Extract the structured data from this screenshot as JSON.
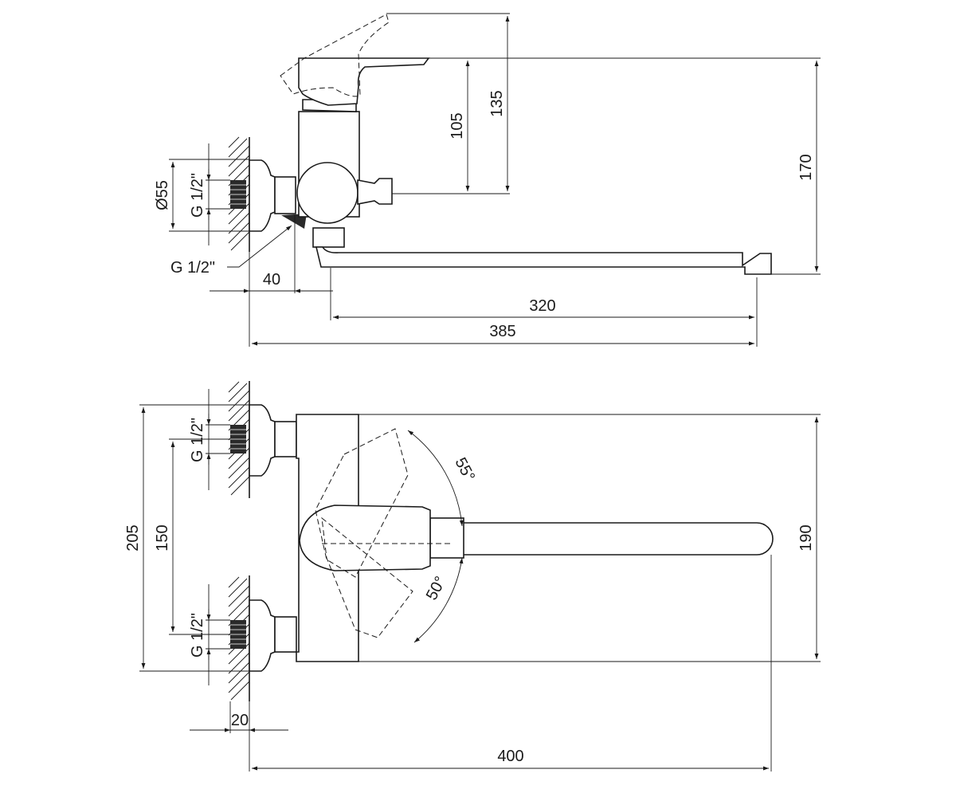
{
  "side_view": {
    "handle_height": "135",
    "handle_base_height": "105",
    "total_height": "170",
    "flange_diameter": "Ø55",
    "inlet_thread": "G 1/2\"",
    "outlet_thread": "G 1/2\"",
    "wall_to_outlet": "40",
    "spout_reach": "320",
    "total_reach": "385"
  },
  "top_view": {
    "total_width": "205",
    "inlet_spacing": "150",
    "body_width": "190",
    "inlet_thread_top": "G 1/2\"",
    "inlet_thread_bottom": "G 1/2\"",
    "eccentric_offset": "20",
    "spout_length": "400",
    "angle_up": "55°",
    "angle_down": "50°"
  }
}
